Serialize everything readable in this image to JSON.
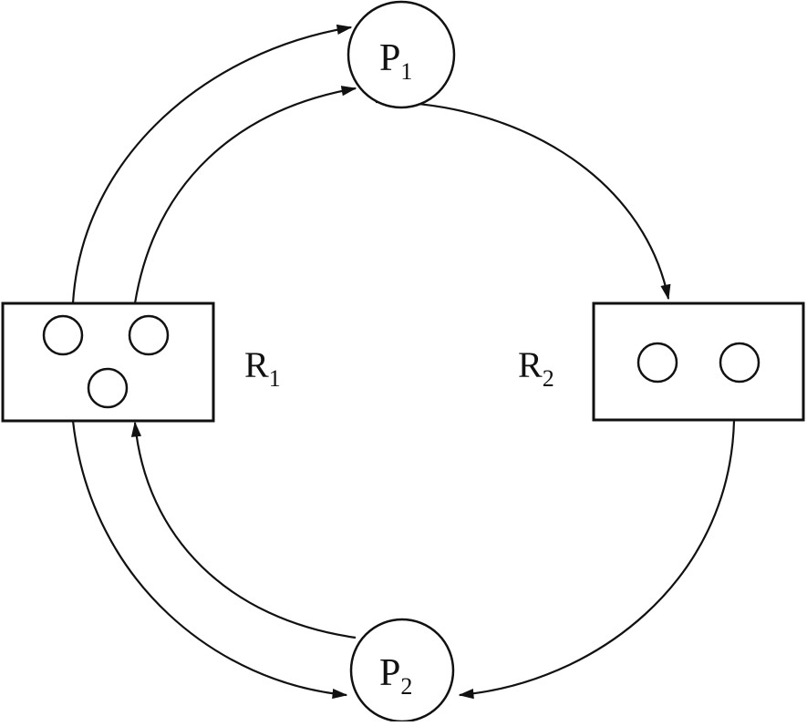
{
  "diagram": {
    "stroke_color": "#111111",
    "background_color": "#ffffff",
    "processes": [
      {
        "id": "P1",
        "letter": "P",
        "index": "1"
      },
      {
        "id": "P2",
        "letter": "P",
        "index": "2"
      }
    ],
    "resources": [
      {
        "id": "R1",
        "letter": "R",
        "index": "1",
        "instances": 3
      },
      {
        "id": "R2",
        "letter": "R",
        "index": "2",
        "instances": 2
      }
    ],
    "edges": [
      {
        "from": "R1",
        "to": "P1"
      },
      {
        "from": "R1",
        "to": "P1"
      },
      {
        "from": "P1",
        "to": "R2"
      },
      {
        "from": "R2",
        "to": "P2"
      },
      {
        "from": "R1",
        "to": "P2"
      },
      {
        "from": "P2",
        "to": "R1"
      }
    ]
  }
}
